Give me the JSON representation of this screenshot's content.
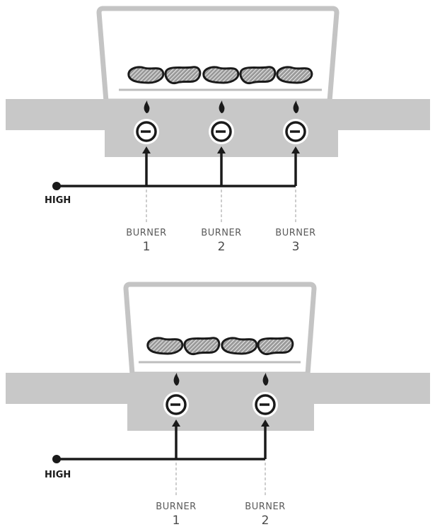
{
  "diagrams": [
    {
      "id": "three-burner",
      "supply_label": "HIGH",
      "burners": [
        {
          "word": "BURNER",
          "number": "1"
        },
        {
          "word": "BURNER",
          "number": "2"
        },
        {
          "word": "BURNER",
          "number": "3"
        }
      ],
      "steaks": 5
    },
    {
      "id": "two-burner",
      "supply_label": "HIGH",
      "burners": [
        {
          "word": "BURNER",
          "number": "1"
        },
        {
          "word": "BURNER",
          "number": "2"
        }
      ],
      "steaks": 4
    }
  ],
  "colors": {
    "grill_body": "#c8c8c8",
    "grill_lid_stroke": "#bdbdbd",
    "shelf": "#c8c8c8",
    "line": "#1a1a1a",
    "steak_fill": "#9a9a9a",
    "steak_stroke": "#1a1a1a",
    "dashed": "#bdbdbd"
  }
}
